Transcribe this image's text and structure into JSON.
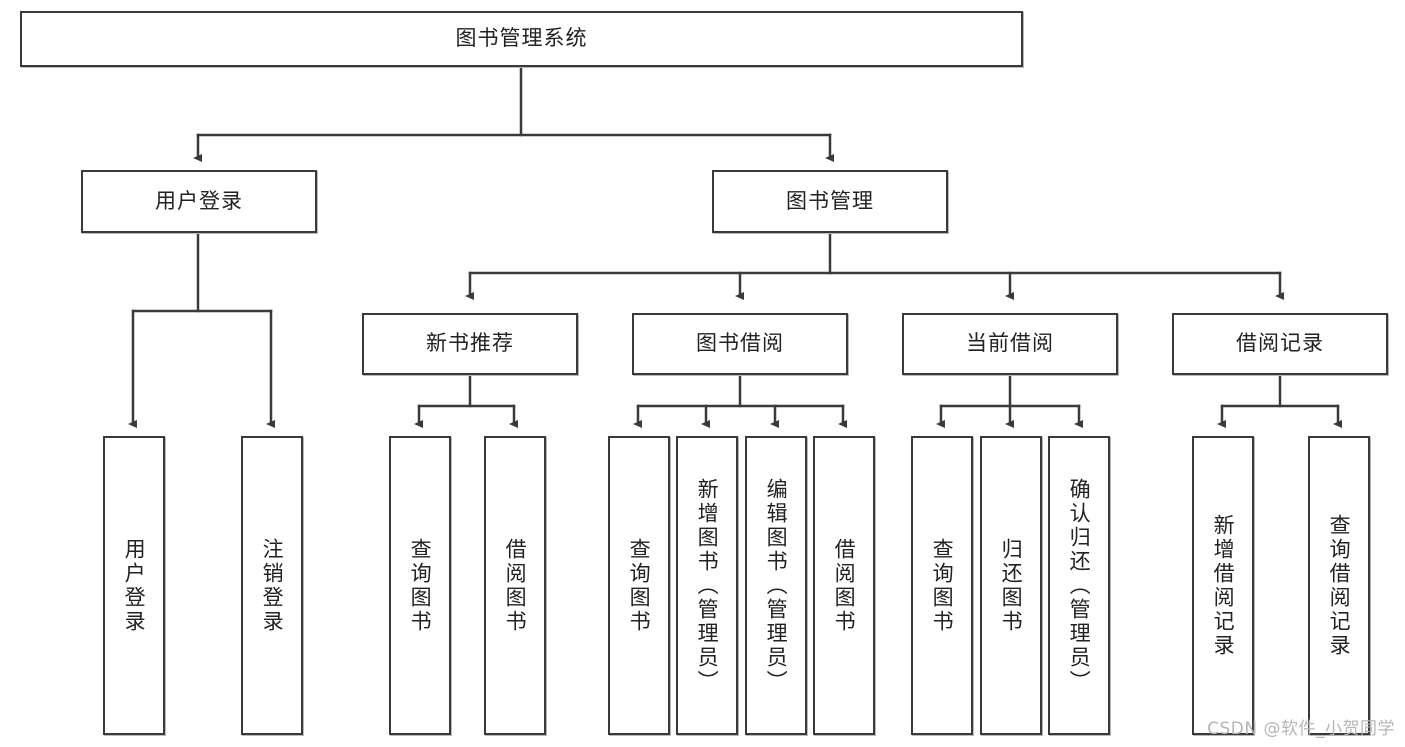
{
  "diagram": {
    "title": "图书管理系统",
    "type": "tree",
    "colors": {
      "box_border": "#3a3a3a",
      "box_fill": "#ffffff",
      "connector": "#3a3a3a",
      "text": "#222222",
      "watermark": "#b6b6b6",
      "background": "#ffffff"
    },
    "root": {
      "label": "图书管理系统"
    },
    "level2": [
      {
        "label": "用户登录"
      },
      {
        "label": "图书管理"
      }
    ],
    "level3": [
      {
        "label": "新书推荐"
      },
      {
        "label": "图书借阅"
      },
      {
        "label": "当前借阅"
      },
      {
        "label": "借阅记录"
      }
    ],
    "leaves": {
      "user_login": [
        {
          "label": "用户登录"
        },
        {
          "label": "注销登录"
        }
      ],
      "new_book": [
        {
          "label": "查询图书"
        },
        {
          "label": "借阅图书"
        }
      ],
      "book_borrow": [
        {
          "label": "查询图书"
        },
        {
          "label": "新增图书（管理员）"
        },
        {
          "label": "编辑图书（管理员）"
        },
        {
          "label": "借阅图书"
        }
      ],
      "current_borrow": [
        {
          "label": "查询图书"
        },
        {
          "label": "归还图书"
        },
        {
          "label": "确认归还（管理员）"
        }
      ],
      "borrow_record": [
        {
          "label": "新增借阅记录"
        },
        {
          "label": "查询借阅记录"
        }
      ]
    },
    "watermark": "CSDN @软件_小贺同学"
  }
}
